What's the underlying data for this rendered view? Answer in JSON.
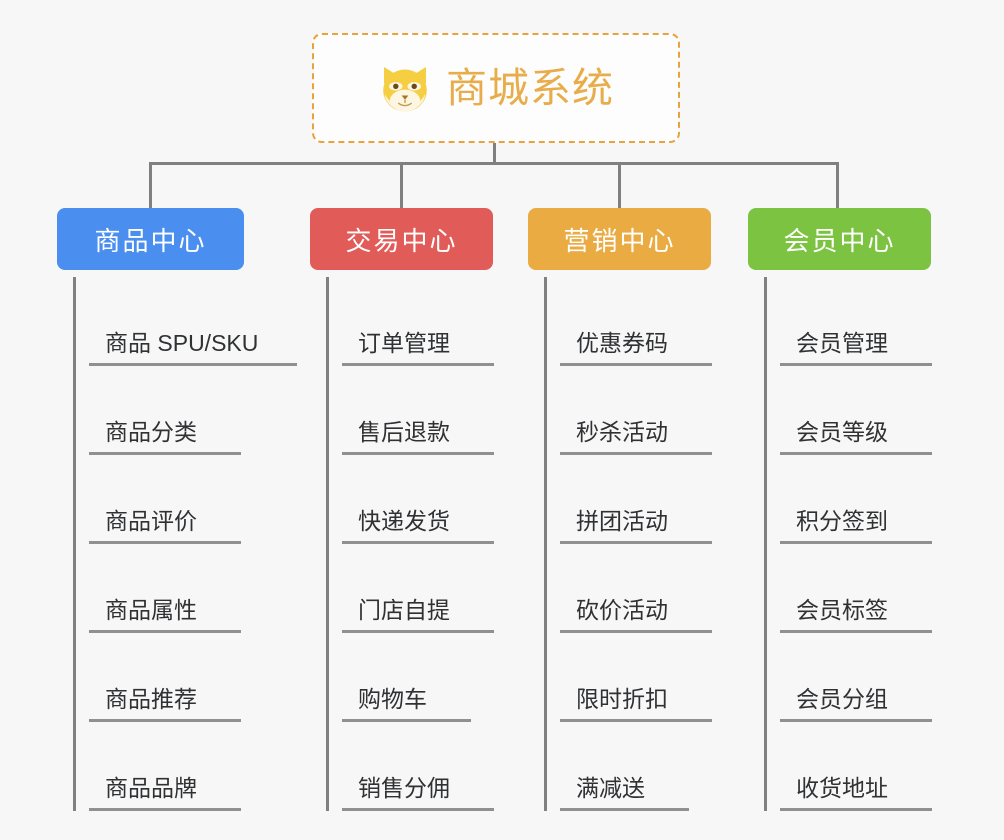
{
  "page": {
    "background_color": "#f7f7f7",
    "line_color": "#808080"
  },
  "root": {
    "title": "商城系统",
    "icon": "shiba-dog-face-icon",
    "text_color": "#e8ad4a",
    "border_color": "#e8a33d",
    "border_style": "dashed"
  },
  "columns": [
    {
      "label": "商品中心",
      "color": "#4a8ef0",
      "items": [
        {
          "label": "商品 SPU/SKU",
          "underline_width": 208
        },
        {
          "label": "商品分类",
          "underline_width": 152
        },
        {
          "label": "商品评价",
          "underline_width": 152
        },
        {
          "label": "商品属性",
          "underline_width": 152
        },
        {
          "label": "商品推荐",
          "underline_width": 152
        },
        {
          "label": "商品品牌",
          "underline_width": 152
        }
      ]
    },
    {
      "label": "交易中心",
      "color": "#e15b58",
      "items": [
        {
          "label": "订单管理",
          "underline_width": 152
        },
        {
          "label": "售后退款",
          "underline_width": 152
        },
        {
          "label": "快递发货",
          "underline_width": 152
        },
        {
          "label": "门店自提",
          "underline_width": 152
        },
        {
          "label": "购物车",
          "underline_width": 129
        },
        {
          "label": "销售分佣",
          "underline_width": 152
        }
      ]
    },
    {
      "label": "营销中心",
      "color": "#e9ab42",
      "items": [
        {
          "label": "优惠券码",
          "underline_width": 152
        },
        {
          "label": "秒杀活动",
          "underline_width": 152
        },
        {
          "label": "拼团活动",
          "underline_width": 152
        },
        {
          "label": "砍价活动",
          "underline_width": 152
        },
        {
          "label": "限时折扣",
          "underline_width": 152
        },
        {
          "label": "满减送",
          "underline_width": 129
        }
      ]
    },
    {
      "label": "会员中心",
      "color": "#7cc342",
      "items": [
        {
          "label": "会员管理",
          "underline_width": 152
        },
        {
          "label": "会员等级",
          "underline_width": 152
        },
        {
          "label": "积分签到",
          "underline_width": 152
        },
        {
          "label": "会员标签",
          "underline_width": 152
        },
        {
          "label": "会员分组",
          "underline_width": 152
        },
        {
          "label": "收货地址",
          "underline_width": 152
        }
      ]
    }
  ]
}
